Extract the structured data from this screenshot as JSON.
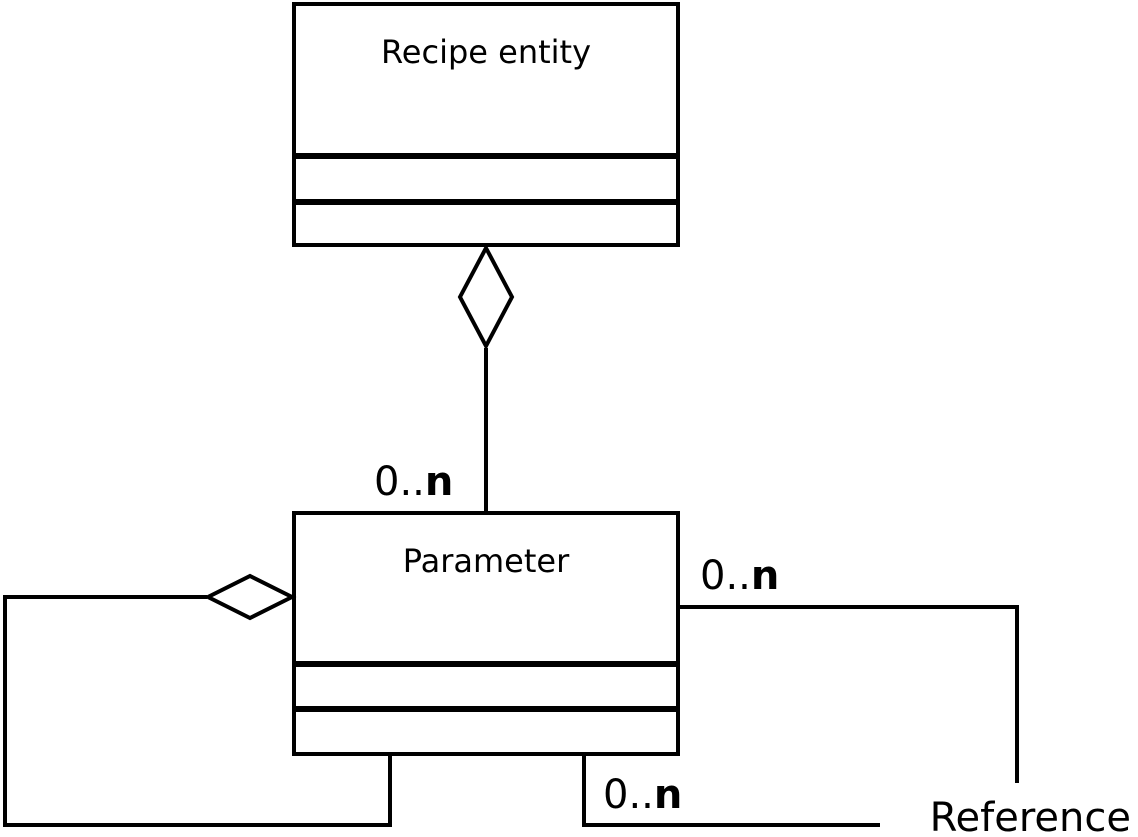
{
  "classes": {
    "recipe_entity": {
      "name": "Recipe entity"
    },
    "parameter": {
      "name": "Parameter"
    }
  },
  "multiplicities": {
    "recipe_to_parameter": {
      "lower": "0..",
      "upper": "n"
    },
    "parameter_reference_right": {
      "lower": "0..",
      "upper": "n"
    },
    "parameter_reference_bottom": {
      "lower": "0..",
      "upper": "n"
    }
  },
  "associations": {
    "reference": {
      "label": "Reference"
    }
  }
}
